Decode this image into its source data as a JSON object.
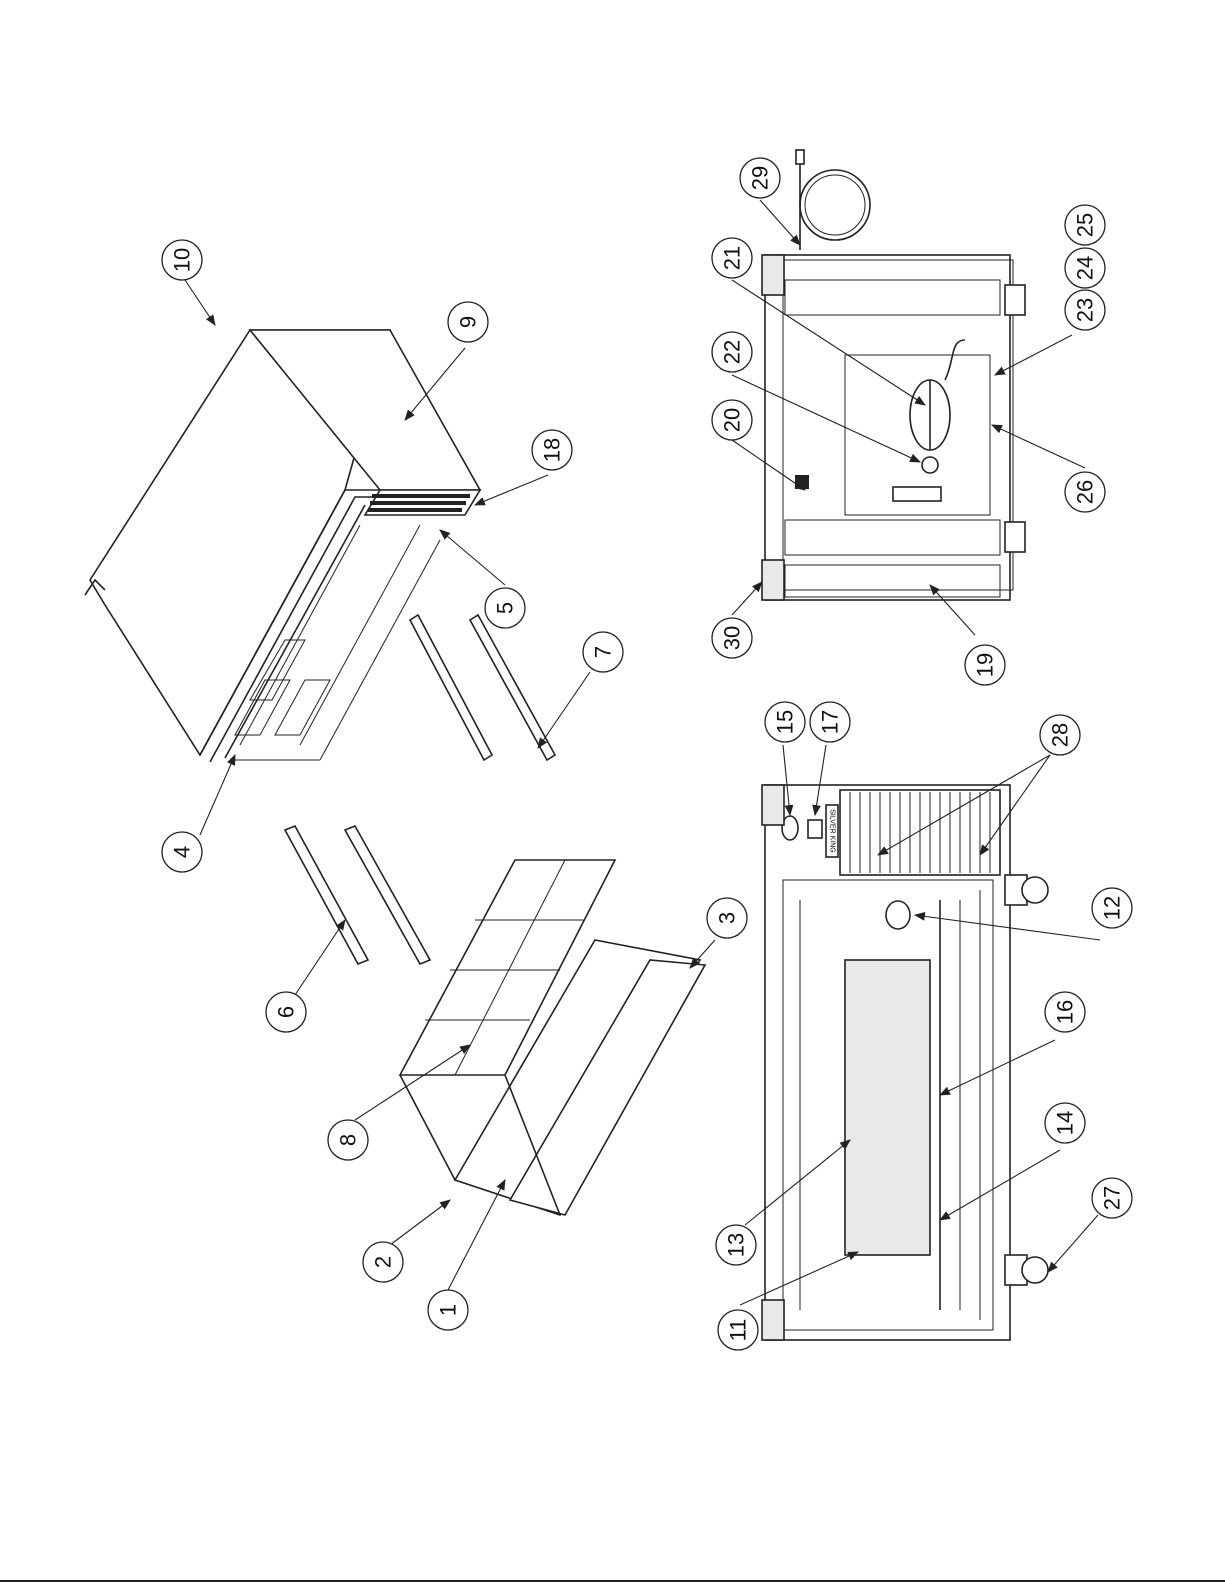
{
  "balloons": [
    {
      "label": "1"
    },
    {
      "label": "2"
    },
    {
      "label": "3"
    },
    {
      "label": "4"
    },
    {
      "label": "5"
    },
    {
      "label": "6"
    },
    {
      "label": "7"
    },
    {
      "label": "8"
    },
    {
      "label": "9"
    },
    {
      "label": "10"
    },
    {
      "label": "11"
    },
    {
      "label": "12"
    },
    {
      "label": "13"
    },
    {
      "label": "14"
    },
    {
      "label": "15"
    },
    {
      "label": "16"
    },
    {
      "label": "17"
    },
    {
      "label": "18"
    },
    {
      "label": "19"
    },
    {
      "label": "20"
    },
    {
      "label": "21"
    },
    {
      "label": "22"
    },
    {
      "label": "23"
    },
    {
      "label": "24"
    },
    {
      "label": "25"
    },
    {
      "label": "26"
    },
    {
      "label": "27"
    },
    {
      "label": "28"
    },
    {
      "label": "29"
    },
    {
      "label": "30"
    }
  ],
  "nameplate": {
    "text": "SILVER KING"
  }
}
